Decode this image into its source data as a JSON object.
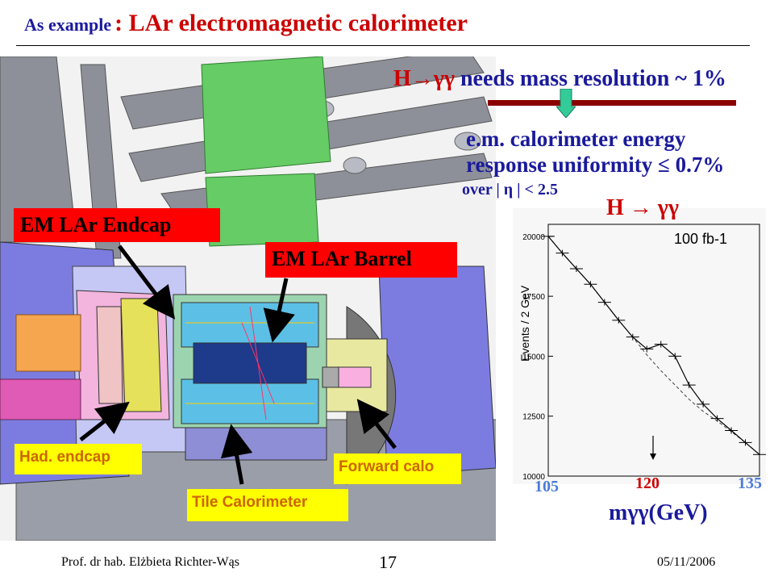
{
  "title": {
    "prefix": "As example",
    "main": ": LAr electromagnetic  calorimeter"
  },
  "requirement": {
    "line1_channel": "H→γγ",
    "line1_text": "  needs  mass resolution ~ 1%",
    "line2a": "e.m. calorimeter energy",
    "line2b": "response uniformity ≤ 0.7%",
    "line3": "over | η | < 2.5"
  },
  "labels": {
    "em_endcap": "EM LAr Endcap",
    "em_barrel": "EM LAr Barrel",
    "had_endcap": "Had. endcap",
    "forward": "Forward calo",
    "tile": "Tile Calorimeter"
  },
  "plot": {
    "title": "H → γγ",
    "lumi": "100 fb-1",
    "ylabel": "Events / 2 GeV",
    "xlabel": "mγγ(GeV)",
    "x_ticks": [
      "105",
      "120",
      "135"
    ],
    "y_ticks": [
      "20000",
      "17500",
      "15000",
      "12500",
      "10000"
    ]
  },
  "chart_data": {
    "type": "line",
    "x": [
      105,
      107,
      109,
      111,
      113,
      115,
      117,
      119,
      121,
      123,
      125,
      127,
      129,
      131,
      133,
      135
    ],
    "series": [
      {
        "values": [
          20000,
          19300,
          18650,
          18000,
          17250,
          16500,
          15800,
          15300,
          15500,
          15000,
          13800,
          13000,
          12400,
          11900,
          11400,
          10900
        ]
      }
    ],
    "background": [
      20000,
      19300,
      18650,
      18000,
      17250,
      16500,
      15800,
      15050,
      14400,
      13800,
      13200,
      12700,
      12300,
      11850,
      11400,
      10900
    ],
    "ylim": [
      10000,
      20500
    ],
    "xlim": [
      105,
      135
    ],
    "grid": false
  },
  "footer": {
    "author": "Prof. dr hab. Elżbieta Richter-Wąs",
    "page": "17",
    "date": "05/11/2006"
  }
}
